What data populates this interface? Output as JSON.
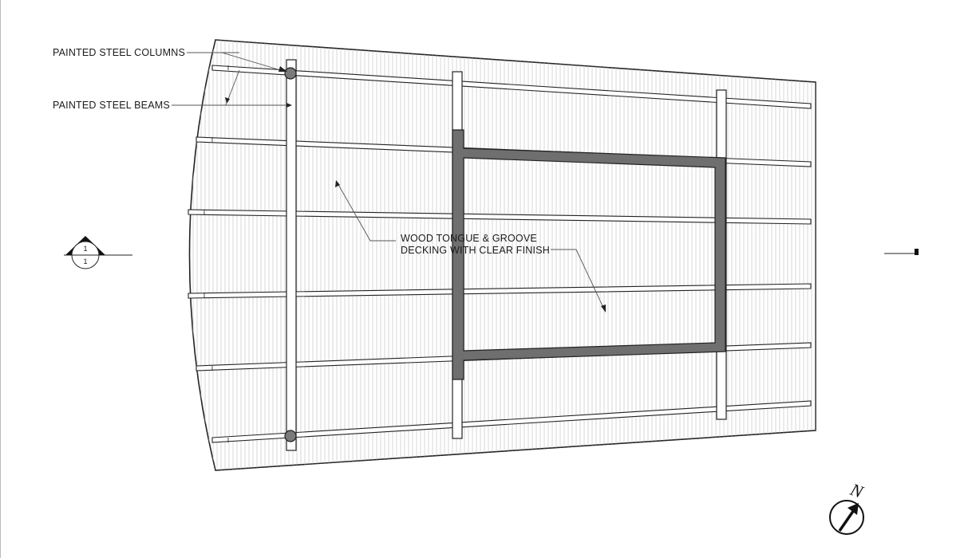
{
  "notes": {
    "columns": "PAINTED STEEL COLUMNS",
    "beams": "PAINTED STEEL BEAMS",
    "decking_line1": "WOOD TONGUE & GROOVE",
    "decking_line2": "DECKING WITH CLEAR FINISH"
  },
  "section_marker": {
    "top": "1",
    "bottom": "1"
  },
  "north_arrow": {
    "letter": "N"
  },
  "colors": {
    "line": "#222222",
    "hatch": "#b8b8b8",
    "opening_frame": "#6f6f6f",
    "column_fill": "#7a7a7a"
  }
}
